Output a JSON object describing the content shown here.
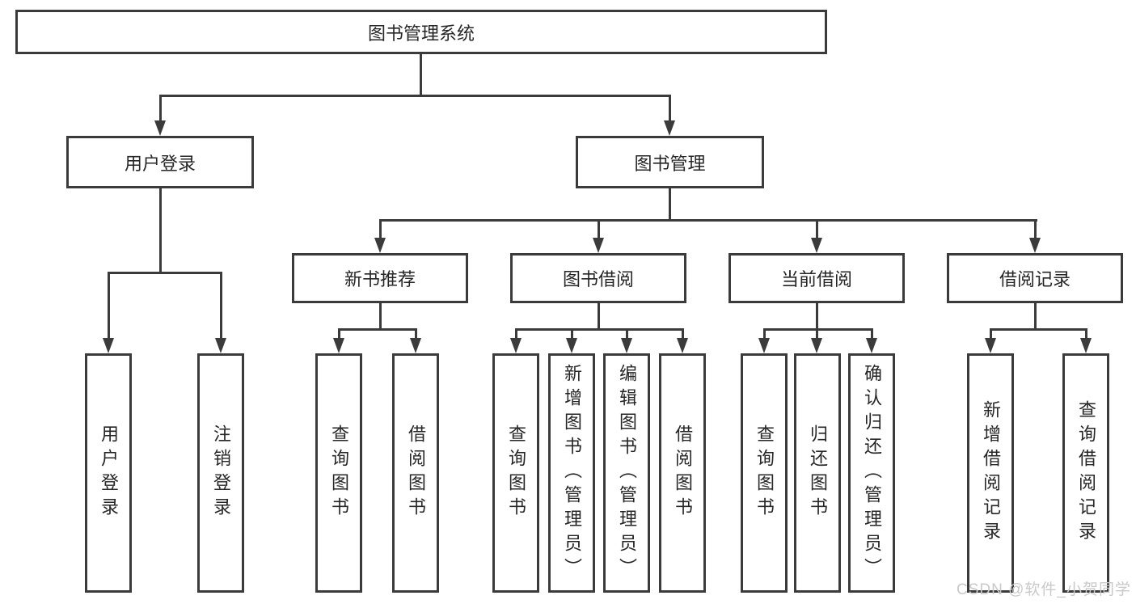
{
  "tree": {
    "label": "图书管理系统",
    "children": [
      {
        "label": "用户登录",
        "children": [
          {
            "label": "用户登录"
          },
          {
            "label": "注销登录"
          }
        ]
      },
      {
        "label": "图书管理",
        "children": [
          {
            "label": "新书推荐",
            "children": [
              {
                "label": "查询图书"
              },
              {
                "label": "借阅图书"
              }
            ]
          },
          {
            "label": "图书借阅",
            "children": [
              {
                "label": "查询图书"
              },
              {
                "label": "新增图书（管理员）"
              },
              {
                "label": "编辑图书（管理员）"
              },
              {
                "label": "借阅图书"
              }
            ]
          },
          {
            "label": "当前借阅",
            "children": [
              {
                "label": "查询图书"
              },
              {
                "label": "归还图书"
              },
              {
                "label": "确认归还（管理员）"
              }
            ]
          },
          {
            "label": "借阅记录",
            "children": [
              {
                "label": "新增借阅记录"
              },
              {
                "label": "查询借阅记录"
              }
            ]
          }
        ]
      }
    ]
  },
  "watermark": {
    "text": "CSDN @软件_小贺同学"
  },
  "colors": {
    "line": "#3b3b3b",
    "text": "#262626",
    "background": "#ffffff",
    "watermark": "#c9c9c9"
  }
}
